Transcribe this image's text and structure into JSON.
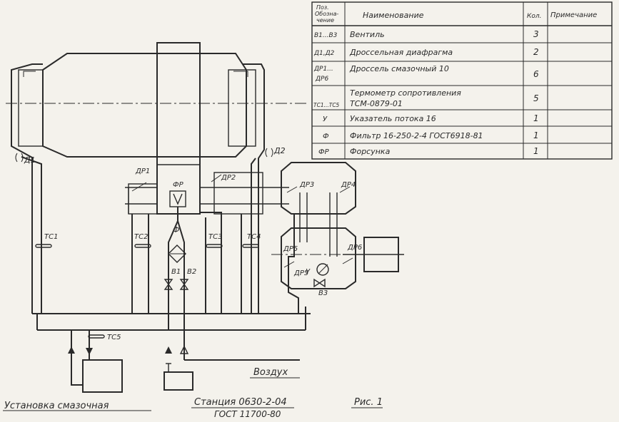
{
  "legend": {
    "headers": {
      "pos_1": "Поз.",
      "pos_2": "Обозна-",
      "pos_3": "чение",
      "name": "Наименование",
      "qty": "Кол.",
      "note": "Примечание"
    },
    "rows": [
      {
        "pos": "В1...В3",
        "name": "Вентиль",
        "qty": "3"
      },
      {
        "pos": "Д1,Д2",
        "name": "Дроссельная диафрагма",
        "qty": "2"
      },
      {
        "pos": "ДР1...",
        "pos2": "ДР6",
        "name": "Дроссель смазочный 10",
        "qty": "6"
      },
      {
        "pos": "ТС1...ТС5",
        "name": "Термометр сопротивления",
        "name2": "ТСМ-0879-01",
        "qty": "5"
      },
      {
        "pos": "У",
        "name": "Указатель потока 16",
        "qty": "1"
      },
      {
        "pos": "Ф",
        "name": "Фильтр 16-250-2-4 ГОСТ6918-81",
        "qty": "1"
      },
      {
        "pos": "ФР",
        "name": "Форсунка",
        "qty": "1"
      }
    ]
  },
  "labels": {
    "d1": "Д1",
    "d2": "Д2",
    "dr1": "ДР1",
    "dr2": "ДР2",
    "dr3": "ДР3",
    "dr4": "ДР4",
    "dr5a": "ДР5",
    "dr5b": "ДР5",
    "dr6": "ДР6",
    "fr": "ФР",
    "f": "Ф",
    "v1": "В1",
    "v2": "В2",
    "v3": "В3",
    "u": "У",
    "tc1": "ТС1",
    "tc2": "ТС2",
    "tc3": "ТС3",
    "tc4": "ТС4",
    "tc5": "ТС5",
    "air": "Воздух",
    "lube_unit": "Установка смазочная",
    "station_1": "Станция 0630-2-04",
    "station_2": "ГОСТ 11700-80",
    "figure": "Рис. 1"
  }
}
